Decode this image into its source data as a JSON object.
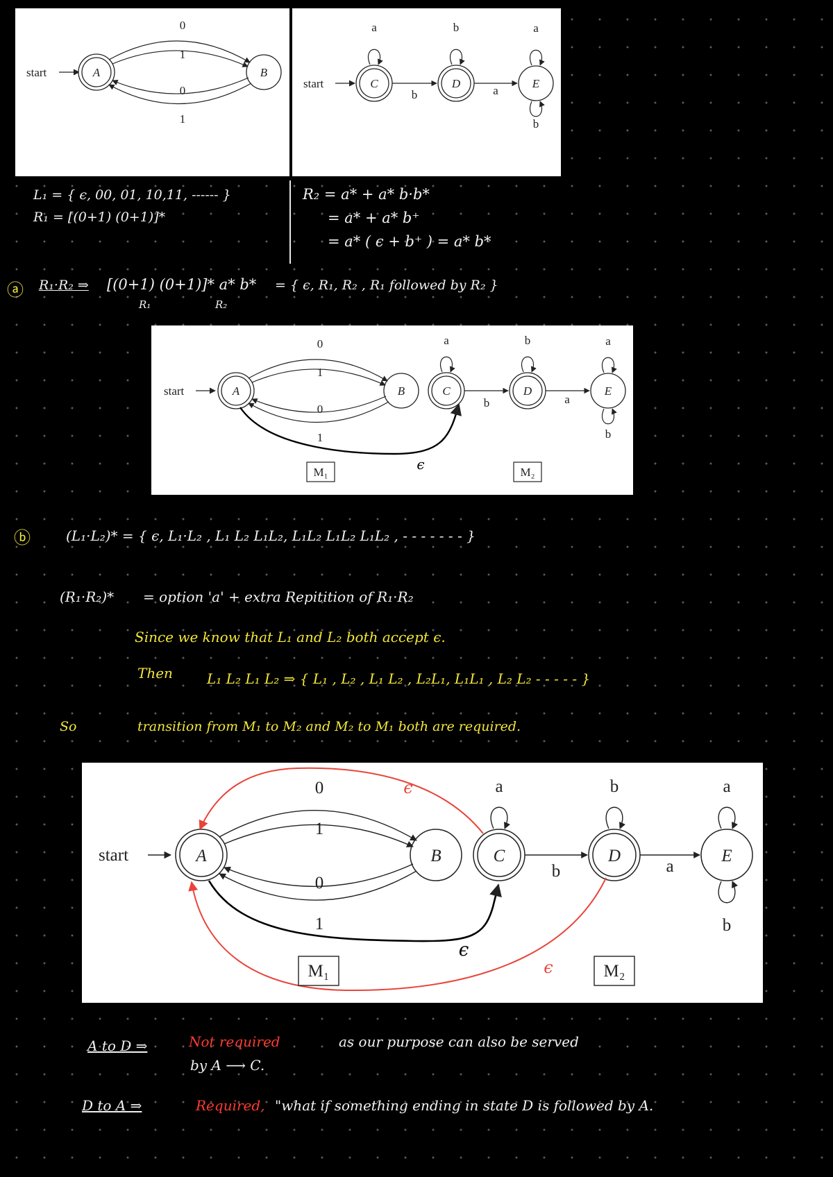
{
  "figures": {
    "m1": {
      "start": "start",
      "states": [
        "A",
        "B"
      ],
      "edge_labels_top": [
        "0",
        "1"
      ],
      "edge_labels_bottom": [
        "0",
        "1"
      ]
    },
    "m2": {
      "start": "start",
      "states": [
        "C",
        "D",
        "E"
      ],
      "loops": [
        "a",
        "b",
        "a",
        "b"
      ],
      "edges": [
        "b",
        "a"
      ]
    },
    "combined": {
      "start": "start",
      "states": [
        "A",
        "B",
        "C",
        "D",
        "E"
      ],
      "top_labels": [
        "0",
        "1"
      ],
      "bottom_labels": [
        "0",
        "1"
      ],
      "loops": [
        "a",
        "b",
        "a",
        "b"
      ],
      "edges": [
        "b",
        "a"
      ],
      "epsilon": "ϵ",
      "boxes": [
        "M₁",
        "M₂"
      ]
    }
  },
  "notes": {
    "l1": "L₁ = { ϵ, 00, 01, 10,11, ------ }",
    "r1": "R₁ = [(0+1) (0+1)]*",
    "r2_line1": "R₂ =   a* + a* b·b*",
    "r2_line2": "=   a* + a* b⁺",
    "r2_line3": "=   a* ( ϵ + b⁺ )   =   a* b*",
    "part_a_marker": "ⓐ",
    "part_a_lhs": "R₁·R₂ ⇒",
    "part_a_expr": "[(0+1) (0+1)]* a* b*",
    "part_a_sub1": "R₁",
    "part_a_sub2": "R₂",
    "part_a_rhs": "=  { ϵ,  R₁,  R₂ ,   R₁ followed by R₂ }",
    "part_b_marker": "ⓑ",
    "part_b_line1": "(L₁·L₂)* =   { ϵ,  L₁·L₂ ,  L₁ L₂ L₁L₂,     L₁L₂ L₁L₂ L₁L₂ ,    - - - - - - -          }",
    "part_b_line2_lhs": "(R₁·R₂)*",
    "part_b_line2_rhs": "=     option 'a' +   extra  Repitition  of  R₁·R₂",
    "since": "Since  we    know    that  L₁ and       L₂      both     accept ϵ.",
    "then_label": "Then",
    "then_text": "L₁ L₂ L₁ L₂    ⇒  {  L₁ , L₂  , L₁ L₂ ,  L₂L₁,  L₁L₁  , L₂ L₂  - - - - -  }",
    "so_label": "So",
    "so_text": "transition  from     M₁ to M₂     and      M₂  to   M₁         both      are      required.",
    "a_to_d_label": "A to D ⇒",
    "a_to_d_not_required": "Not   required",
    "a_to_d_rest": "as      our       purpose        can      also be       served",
    "a_to_d_line2": "by    A ⟶ C.",
    "d_to_a_label": "D to A ⇒",
    "d_to_a_required": "Required,",
    "d_to_a_rest": "\"what  if   something   ending  in   state D  is   followed by  A."
  }
}
